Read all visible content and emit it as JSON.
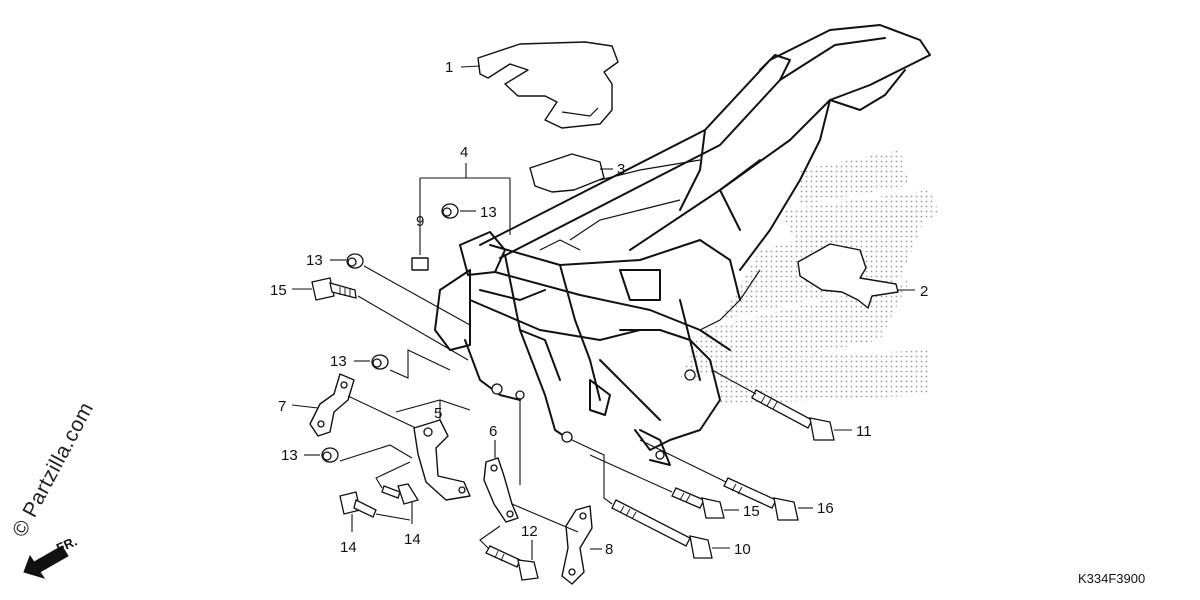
{
  "diagram": {
    "watermark": "© Partzilla.com",
    "direction_label": "FR.",
    "drawing_code": "K334F3900",
    "callouts": {
      "c1": "1",
      "c2": "2",
      "c3": "3",
      "c4": "4",
      "c5": "5",
      "c6": "6",
      "c7": "7",
      "c8": "8",
      "c9": "9",
      "c10": "10",
      "c11": "11",
      "c12": "12",
      "c13a": "13",
      "c13b": "13",
      "c13c": "13",
      "c13d": "13",
      "c14a": "14",
      "c14b": "14",
      "c15a": "15",
      "c15b": "15",
      "c16": "16"
    }
  }
}
